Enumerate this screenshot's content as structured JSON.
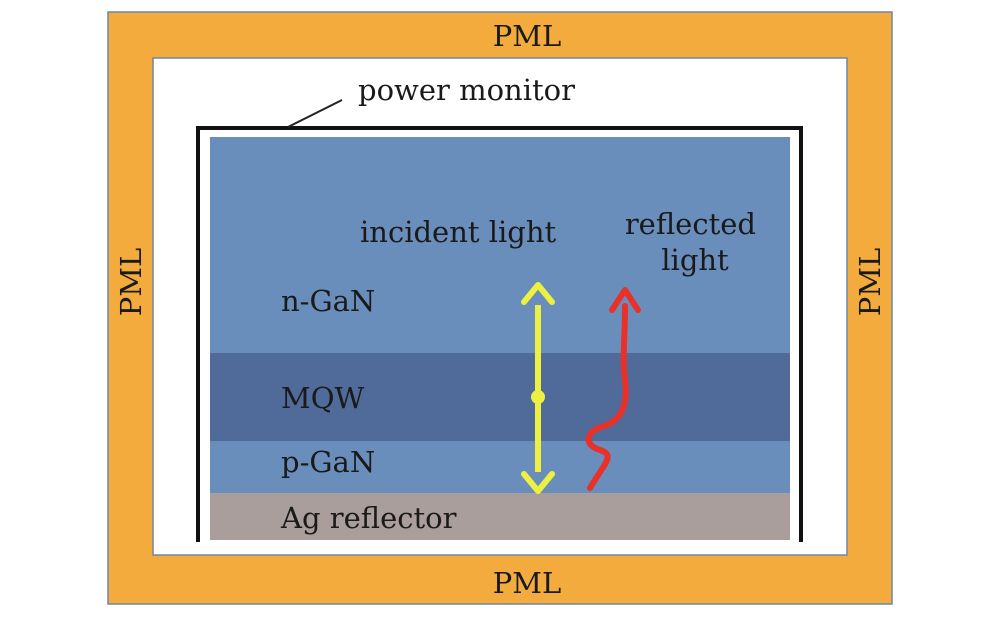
{
  "pml": {
    "top": "PML",
    "bottom": "PML",
    "left": "PML",
    "right": "PML"
  },
  "monitor_label": "power monitor",
  "layers": {
    "n_gan": "n-GaN",
    "mqw": "MQW",
    "p_gan": "p-GaN",
    "ag": "Ag reflector"
  },
  "incident_label": "incident light",
  "reflected_label": [
    "reflected",
    "light"
  ],
  "colors": {
    "pml": "#f2ab3c",
    "n_gan": "#6a8ebb",
    "mqw": "#506a99",
    "p_gan": "#6a8ebb",
    "ag": "#a99e9c",
    "incident_arrow": "#eef041",
    "reflected_arrow": "#e8312a",
    "frame_line": "#6f86a5",
    "monitor_line": "#111111"
  }
}
